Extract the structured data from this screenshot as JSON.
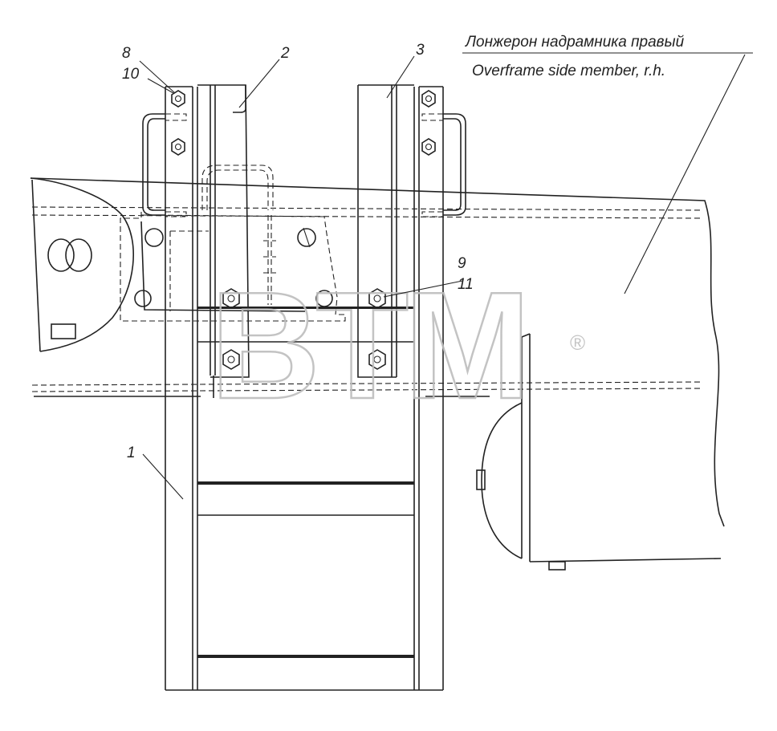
{
  "caption": {
    "line_ru": "Лонжерон надрамника правый",
    "line_en": "Overframe side member, r.h."
  },
  "callouts": [
    {
      "id": "callout-8",
      "text": "8"
    },
    {
      "id": "callout-10",
      "text": "10"
    },
    {
      "id": "callout-2",
      "text": "2"
    },
    {
      "id": "callout-3",
      "text": "3"
    },
    {
      "id": "callout-9",
      "text": "9"
    },
    {
      "id": "callout-11",
      "text": "11"
    },
    {
      "id": "callout-1",
      "text": "1"
    }
  ],
  "watermark": {
    "text": "BTM",
    "registered": "®"
  }
}
